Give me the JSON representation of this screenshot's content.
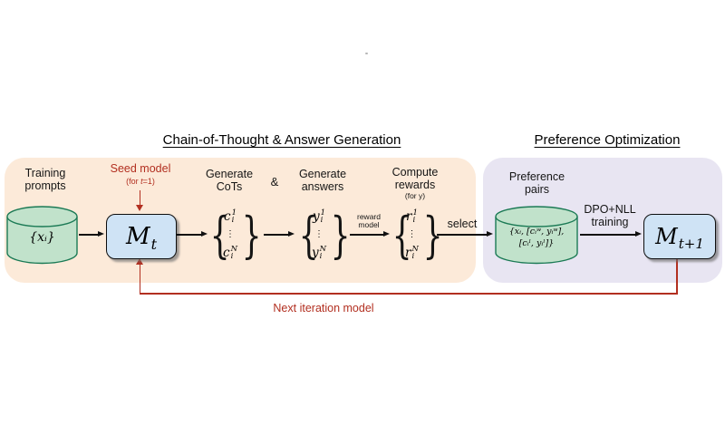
{
  "titles": {
    "cot": "Chain-of-Thought & Answer Generation",
    "pref": "Preference Optimization"
  },
  "braces": {
    "open": "{",
    "close": "}"
  },
  "training_prompts": {
    "line1": "Training",
    "line2": "prompts",
    "set_label": "{xᵢ}"
  },
  "seed_model": {
    "label": "Seed model",
    "note_prefix": "(for ",
    "note_var": "t",
    "note_suffix": "=1)"
  },
  "model_current": {
    "base": "M",
    "sub": "t"
  },
  "model_next": {
    "base": "M",
    "sub": "t+1"
  },
  "generate_cots": {
    "line1": "Generate",
    "line2": "CoTs",
    "set": [
      {
        "base": "c",
        "sup": "1",
        "sub": "i"
      },
      {
        "dots": "⋮"
      },
      {
        "base": "c",
        "sup": "N",
        "sub": "i"
      }
    ]
  },
  "ampersand": "&",
  "generate_answers": {
    "line1": "Generate",
    "line2": "answers",
    "set": [
      {
        "base": "y",
        "sup": "1",
        "sub": "i"
      },
      {
        "dots": "⋮"
      },
      {
        "base": "y",
        "sup": "N",
        "sub": "i"
      }
    ]
  },
  "reward_model": {
    "line1": "reward",
    "line2": "model"
  },
  "compute_rewards": {
    "line1": "Compute",
    "line2": "rewards",
    "note": "(for y)",
    "set": [
      {
        "base": "r",
        "sup": "1",
        "sub": "i"
      },
      {
        "dots": "⋮"
      },
      {
        "base": "r",
        "sup": "N",
        "sub": "i"
      }
    ]
  },
  "select_label": "select",
  "preference_pairs": {
    "line1": "Preference",
    "line2": "pairs",
    "set_line1": "{xᵢ, [cᵢʷ, yᵢʷ],",
    "set_line2": "[cᵢˡ, yᵢˡ]}"
  },
  "dpo": {
    "line1": "DPO+NLL",
    "line2": "training"
  },
  "next_iteration_label": "Next iteration model",
  "colors": {
    "panel_cot": "#fcead9",
    "panel_pref": "#e8e5f2",
    "cylinder_fill": "#c1e2cb",
    "cylinder_stroke": "#1b7a55",
    "model_fill": "#cfe3f5",
    "accent_red": "#b22f20",
    "ink": "#111111"
  }
}
